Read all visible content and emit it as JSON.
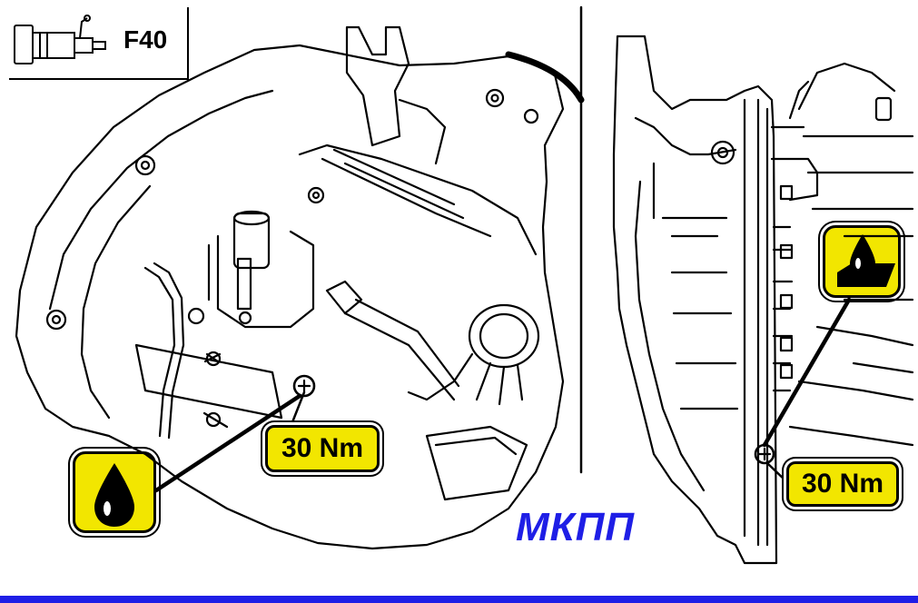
{
  "header": {
    "model_code": "F40",
    "transmission_icon": "manual-gearbox-icon"
  },
  "callouts": {
    "torque_left": "30 Nm",
    "torque_right": "30 Nm",
    "oil_icon": "oil-drop-icon",
    "oil_level_icon": "oil-level-icon"
  },
  "caption": "МКПП",
  "colors": {
    "badge_yellow": "#f2e600",
    "caption_blue": "#1e1ee6",
    "line": "#000000"
  }
}
